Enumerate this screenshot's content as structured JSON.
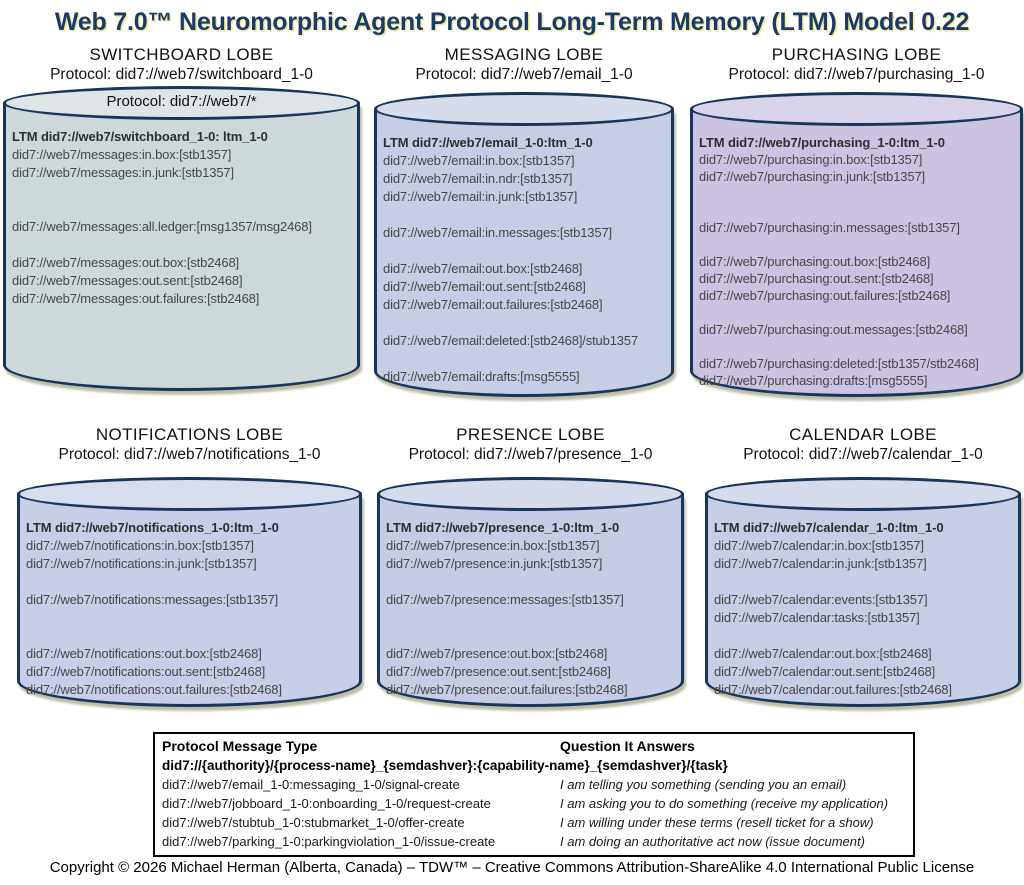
{
  "title": "Web 7.0™ Neuromorphic Agent Protocol Long-Term Memory (LTM) Model 0.22",
  "colors": {
    "title_text": "#1b3a68",
    "cylinder_border": "#17365d",
    "line_text": "#474747",
    "table_border": "#000000"
  },
  "lobes": [
    {
      "id": "switchboard",
      "title": "SWITCHBOARD LOBE",
      "protocol": "Protocol: did7://web7/switchboard_1-0",
      "inner_protocol": "Protocol: did7://web7/*",
      "fill": "#cdd8db",
      "top_fill": "#dfe5e6",
      "ltm": "LTM did7://web7/switchboard_1-0: ltm_1-0",
      "lines": [
        "did7://web7/messages:in.box:[stb1357]",
        "did7://web7/messages:in.junk:[stb1357]",
        "",
        "",
        "did7://web7/messages:all.ledger:[msg1357/msg2468]",
        "",
        "did7://web7/messages:out.box:[stb2468]",
        "did7://web7/messages:out.sent:[stb2468]",
        "did7://web7/messages:out.failures:[stb2468]"
      ]
    },
    {
      "id": "messaging",
      "title": "MESSAGING LOBE",
      "protocol": "Protocol: did7://web7/email_1-0",
      "fill": "#c7cde4",
      "top_fill": "#d7dceb",
      "ltm": "LTM did7://web7/email_1-0:ltm_1-0",
      "lines": [
        "did7://web7/email:in.box:[stb1357]",
        "did7://web7/email:in.ndr:[stb1357]",
        "did7://web7/email:in.junk:[stb1357]",
        "",
        "did7://web7/email:in.messages:[stb1357]",
        "",
        "did7://web7/email:out.box:[stb2468]",
        "did7://web7/email:out.sent:[stb2468]",
        "did7://web7/email:out.failures:[stb2468]",
        "",
        "did7://web7/email:deleted:[stb2468]/stub1357",
        "",
        "did7://web7/email:drafts:[msg5555]"
      ]
    },
    {
      "id": "purchasing",
      "title": "PURCHASING LOBE",
      "protocol": "Protocol: did7://web7/purchasing_1-0",
      "fill": "#cbc3e1",
      "top_fill": "#d9d3ea",
      "ltm": "LTM did7://web7/purchasing_1-0:ltm_1-0",
      "lines": [
        "did7://web7/purchasing:in.box:[stb1357]",
        "did7://web7/purchasing:in.junk:[stb1357]",
        "",
        "",
        "did7://web7/purchasing:in.messages:[stb1357]",
        "",
        "did7://web7/purchasing:out.box:[stb2468]",
        "did7://web7/purchasing:out.sent:[stb2468]",
        "did7://web7/purchasing:out.failures:[stb2468]",
        "",
        "did7://web7/purchasing:out.messages:[stb2468]",
        "",
        "did7://web7/purchasing:deleted:[stb1357/stb2468]",
        "did7://web7/purchasing:drafts:[msg5555]"
      ]
    },
    {
      "id": "notifications",
      "title": "NOTIFICATIONS LOBE",
      "protocol": "Protocol: did7://web7/notifications_1-0",
      "fill": "#c8cee7",
      "top_fill": "#d8ddee",
      "ltm": "LTM did7://web7/notifications_1-0:ltm_1-0",
      "lines": [
        "did7://web7/notifications:in.box:[stb1357]",
        "did7://web7/notifications:in.junk:[stb1357]",
        "",
        "did7://web7/notifications:messages:[stb1357]",
        "",
        "",
        "did7://web7/notifications:out.box:[stb2468]",
        "did7://web7/notifications:out.sent:[stb2468]",
        "did7://web7/notifications:out.failures:[stb2468]"
      ]
    },
    {
      "id": "presence",
      "title": "PRESENCE LOBE",
      "protocol": "Protocol: did7://web7/presence_1-0",
      "fill": "#c5cce4",
      "top_fill": "#d6dbec",
      "ltm": "LTM did7://web7/presence_1-0:ltm_1-0",
      "lines": [
        "did7://web7/presence:in.box:[stb1357]",
        "did7://web7/presence:in.junk:[stb1357]",
        "",
        "did7://web7/presence:messages:[stb1357]",
        "",
        "",
        "did7://web7/presence:out.box:[stb2468]",
        "did7://web7/presence:out.sent:[stb2468]",
        "did7://web7/presence:out.failures:[stb2468]"
      ]
    },
    {
      "id": "calendar",
      "title": "CALENDAR LOBE",
      "protocol": "Protocol: did7://web7/calendar_1-0",
      "fill": "#c6cde5",
      "top_fill": "#d6dbec",
      "ltm": "LTM did7://web7/calendar_1-0:ltm_1-0",
      "lines": [
        "did7://web7/calendar:in.box:[stb1357]",
        "did7://web7/calendar:in.junk:[stb1357]",
        "",
        "did7://web7/calendar:events:[stb1357]",
        "did7://web7/calendar:tasks:[stb1357]",
        "",
        "did7://web7/calendar:out.box:[stb2468]",
        "did7://web7/calendar:out.sent:[stb2468]",
        "did7://web7/calendar:out.failures:[stb2468]"
      ]
    }
  ],
  "table": {
    "headers": [
      "Protocol Message Type",
      "Question It Answers"
    ],
    "schema": "did7://{authority}/{process-name}_{semdashver}:{capability-name}_{semdashver}/{task}",
    "rows": [
      {
        "type": "did7://web7/email_1-0:messaging_1-0/signal-create",
        "question": "I am telling you something (sending you an email)"
      },
      {
        "type": "did7://web7/jobboard_1-0:onboarding_1-0/request-create",
        "question": "I am asking you to do something (receive my application)"
      },
      {
        "type": "did7://web7/stubtub_1-0:stubmarket_1-0/offer-create",
        "question": "I am willing under these terms (resell ticket for a show)"
      },
      {
        "type": "did7://web7/parking_1-0:parkingviolation_1-0/issue-create",
        "question": "I am doing an authoritative act now (issue document)"
      }
    ]
  },
  "footer": "Copyright © 2026 Michael Herman (Alberta, Canada) – TDW™ – Creative Commons Attribution-ShareAlike 4.0 International Public License"
}
